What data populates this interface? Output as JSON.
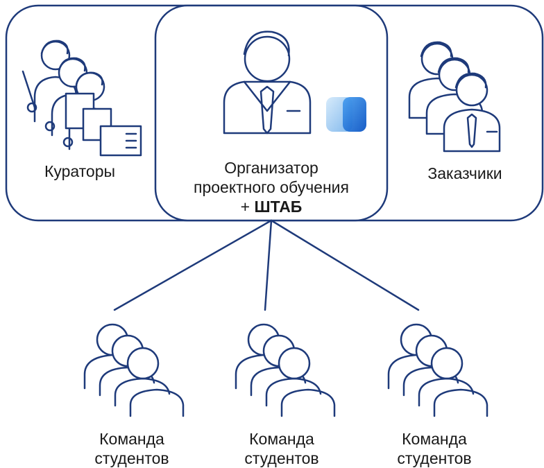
{
  "colors": {
    "line": "#1e3a7a",
    "text": "#1a1a1a",
    "logo_light": "#a7cff2",
    "logo_dark": "#1769d4"
  },
  "icons": {
    "curators": "presenter-group-icon",
    "organizer": "businessman-icon",
    "logo": "brand-logo-icon",
    "customers": "business-group-icon",
    "team": "student-group-icon"
  },
  "curators_label": "Кураторы",
  "customers_label": "Заказчики",
  "organizer": {
    "line1": "Организатор",
    "line2": "проектного обучения",
    "plus": "+",
    "staff": "ШТАБ"
  },
  "teams": [
    {
      "line1": "Команда",
      "line2": "студентов"
    },
    {
      "line1": "Команда",
      "line2": "студентов"
    },
    {
      "line1": "Команда",
      "line2": "студентов"
    }
  ]
}
